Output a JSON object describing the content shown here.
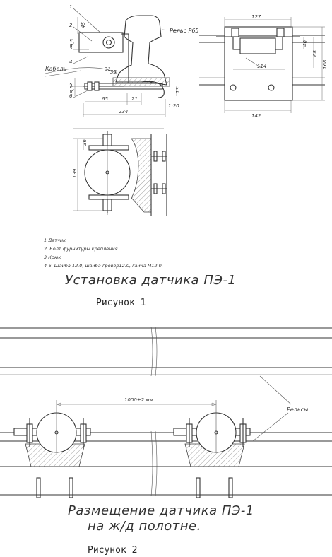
{
  "figure1": {
    "callouts": [
      "1",
      "2",
      "3",
      "4",
      "5",
      "6"
    ],
    "rail_label": "Рельс Р65",
    "cable_label": "Кабель",
    "dims_side": [
      "45",
      "35",
      "234",
      "65",
      "21",
      "1:20",
      "31",
      "13",
      "9,5",
      "8,5"
    ],
    "dims_top": [
      "127",
      "114",
      "142",
      "40",
      "68",
      "168"
    ],
    "dim_plan": [
      "36",
      "139"
    ],
    "legend": [
      "1 Датчик",
      "2. Болт фурнитуры крепления",
      "3 Крюк",
      "4-6. Шайба 12.0, шайба-гровер12.0, гайка М12.0."
    ],
    "title": "Установка датчика ПЭ-1",
    "caption": "Рисунок 1"
  },
  "figure2": {
    "dimension": "1000±2 мм",
    "rails_label": "Рельсы",
    "title_line1": "Размещение датчика ПЭ-1",
    "title_line2": "на ж/д полотне.",
    "caption": "Рисунок 2"
  }
}
